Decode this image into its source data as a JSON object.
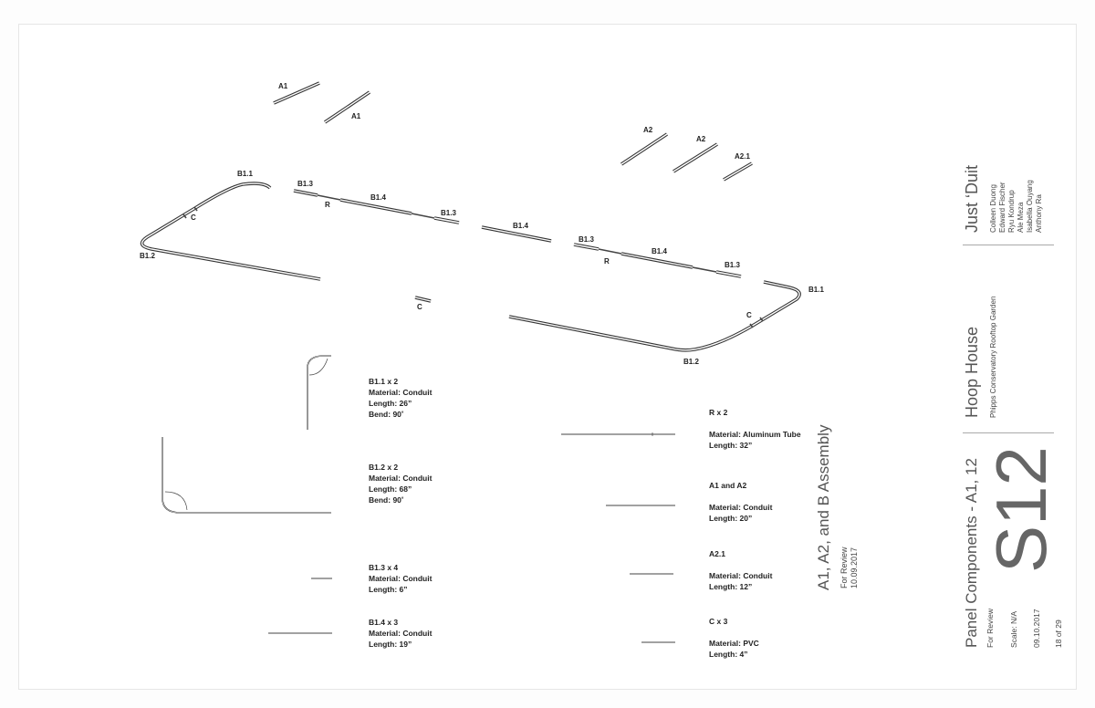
{
  "labels": {
    "a1_top": "A1",
    "a1_bottom": "A1",
    "a2_left": "A2",
    "a2_right": "A2",
    "a2_1": "A2.1",
    "b1_1_left": "B1.1",
    "b1_2_left": "B1.2",
    "c_left": "C",
    "b1_3_left_a": "B1.3",
    "r_left": "R",
    "b1_4_left": "B1.4",
    "b1_3_left_b": "B1.3",
    "b1_4_center": "B1.4",
    "c_center": "C",
    "b1_3_right_a": "B1.3",
    "r_right": "R",
    "b1_4_right": "B1.4",
    "b1_3_right_b": "B1.3",
    "b1_1_right": "B1.1",
    "c_right": "C",
    "b1_2_right": "B1.2"
  },
  "parts": {
    "b1_1": [
      "B1.1 x 2",
      "Material: Conduit",
      "Length: 26”",
      "Bend: 90˚"
    ],
    "b1_2": [
      "B1.2 x 2",
      "Material: Conduit",
      "Length: 68”",
      "Bend: 90˚"
    ],
    "b1_3": [
      "B1.3 x 4",
      "Material: Conduit",
      "Length: 6”"
    ],
    "b1_4": [
      "B1.4 x 3",
      "Material: Conduit",
      "Length: 19”"
    ],
    "r": [
      "R x 2",
      "Material: Aluminum Tube",
      "Length: 32”"
    ],
    "a1a2": [
      "A1 and A2",
      "Material: Conduit",
      "Length: 20”"
    ],
    "a2_1": [
      "A2.1",
      "Material: Conduit",
      "Length: 12”"
    ],
    "c": [
      "C x 3",
      "Material: PVC",
      "Length: 4”"
    ]
  },
  "assembly": {
    "title": "A1, A2, and B Assembly",
    "status": "For Review",
    "date": "10.09.2017"
  },
  "title_block": {
    "team_name": "Just ‘Duit",
    "members": [
      "Colleen Duong",
      "Edward Fischer",
      "Ryu Kondrup",
      "Ale Meza",
      "Isabella Ouyang",
      "Anthony Ra"
    ],
    "project": "Hoop House",
    "client": "Phipps Conservatory Rooftop Garden",
    "sheet_number": "S12",
    "sheet_title": "Panel Components - A1, 12",
    "status": "For Review",
    "scale": "Scale: N/A",
    "date": "09.10.2017",
    "page": "18 of 29"
  }
}
